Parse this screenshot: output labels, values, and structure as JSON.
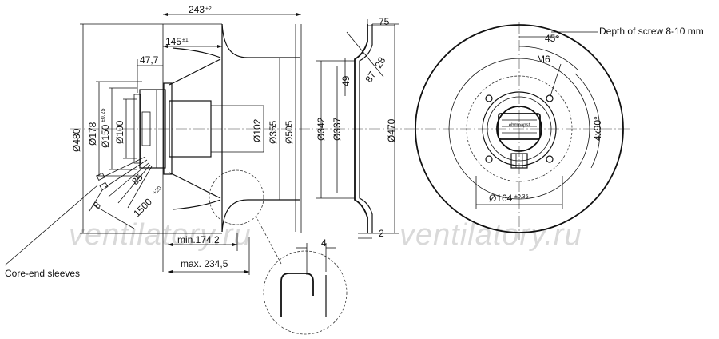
{
  "watermark": "ventilatory.ru",
  "notes": {
    "depth_of_screw": "Depth of screw 8-10 mm",
    "core_end_sleeves": "Core-end sleeves"
  },
  "side_view": {
    "width_243": "243",
    "width_243_tol": "±2",
    "dim_145": "145",
    "dim_145_tol": "±1",
    "dim_47_7": "47,7",
    "dia_480": "Ø480",
    "dia_178": "Ø178",
    "dia_150": "Ø150",
    "dia_150_tol": "±0,25",
    "dia_100": "Ø100",
    "dia_102": "Ø102",
    "dia_355": "Ø355",
    "dia_505": "Ø505",
    "cable_85": "85",
    "cable_8": "8",
    "cable_1500": "1500",
    "cable_1500_tol": "+20",
    "min_174": "min.174,2",
    "max_234": "max. 234,5",
    "dim_4": "4"
  },
  "section_view": {
    "dim_75": "75",
    "dim_28": "28",
    "dim_87": "87",
    "dim_49": "49",
    "dia_342": "Ø342",
    "dia_337": "Ø337",
    "dia_470": "Ø470",
    "dim_2": "2"
  },
  "front_view": {
    "angle_45": "45°",
    "thread_m6": "M6",
    "holes_4x90": "4x90°",
    "dia_164": "Ø164",
    "dia_164_tol": "±0,35",
    "brand_label": "ebmpapst"
  }
}
